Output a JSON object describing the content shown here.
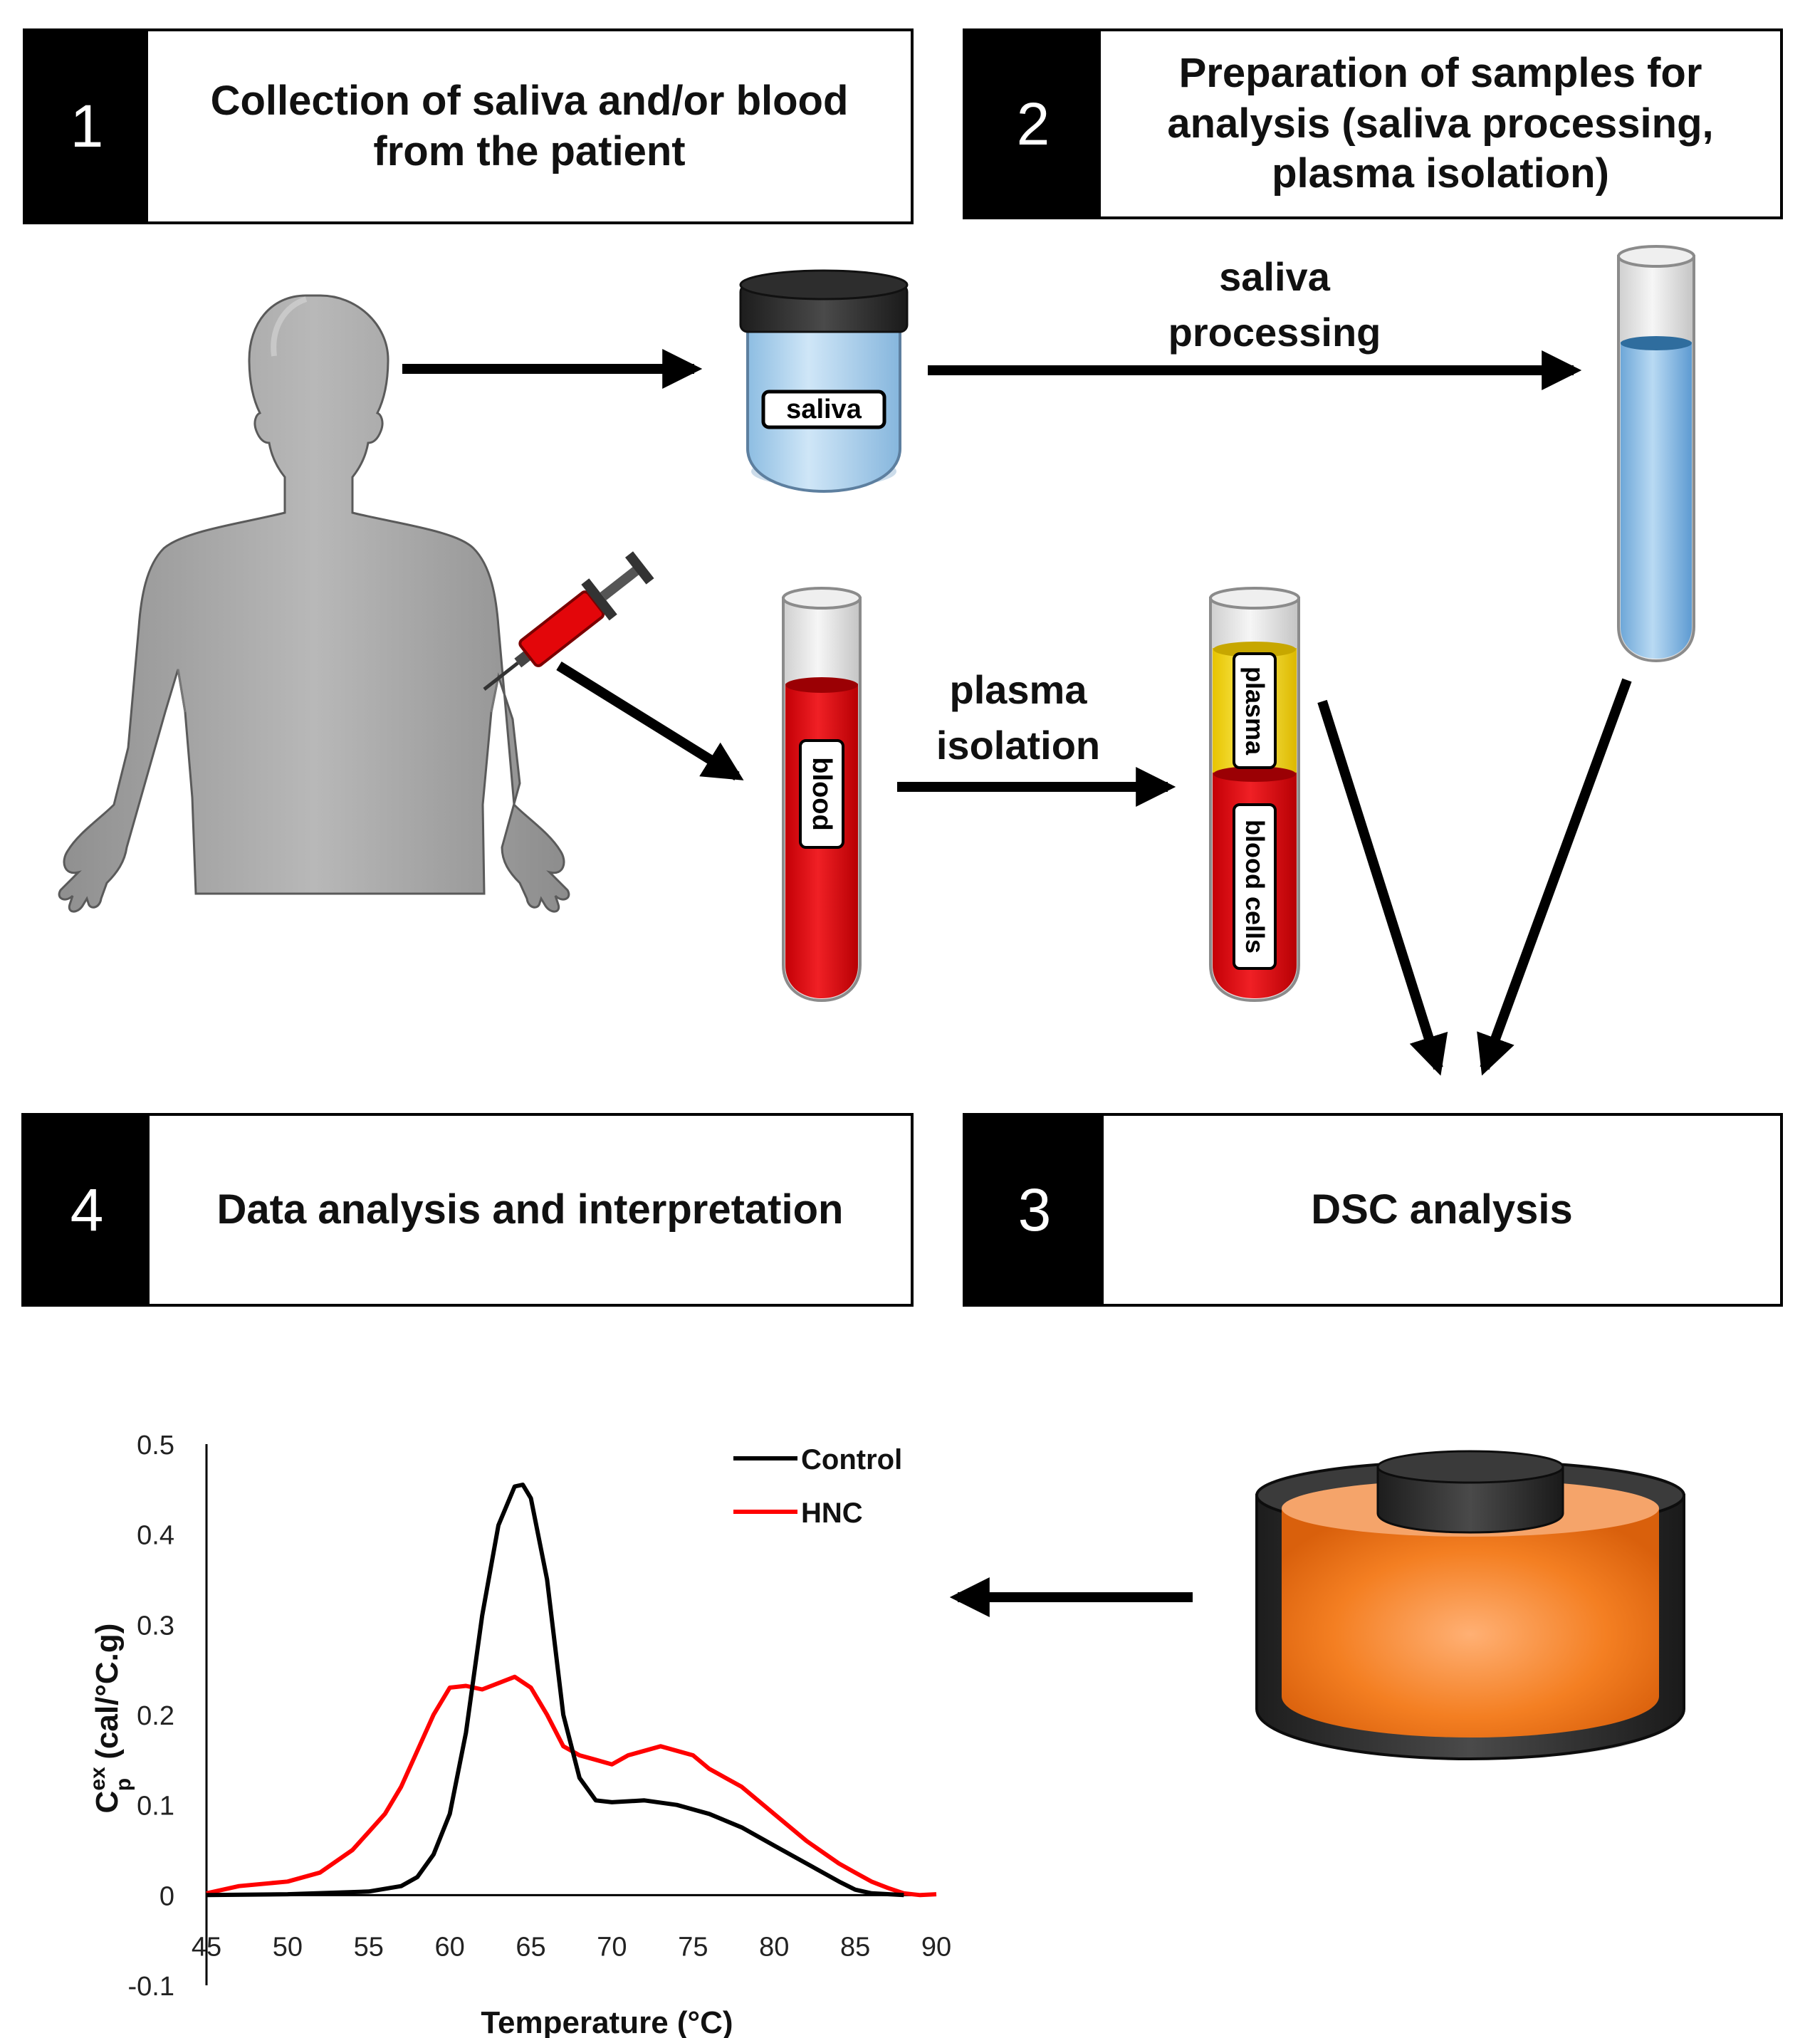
{
  "steps": [
    {
      "number": "1",
      "text": "Collection of saliva and/or blood from the patient"
    },
    {
      "number": "2",
      "text": "Preparation of samples for analysis (saliva processing, plasma isolation)"
    },
    {
      "number": "3",
      "text": "DSC analysis"
    },
    {
      "number": "4",
      "text": "Data analysis and interpretation"
    }
  ],
  "arrow_labels": {
    "saliva_processing": "saliva processing",
    "plasma_isolation": "plasma isolation"
  },
  "tube_labels": {
    "saliva": "saliva",
    "blood": "blood",
    "plasma": "plasma",
    "blood_cells": "blood cells"
  },
  "colors": {
    "blood": "#e3060a",
    "plasma": "#f5d80a",
    "saliva": "#9fcbea",
    "body": "#a9a9a9",
    "calorimeter": "#f07a1e",
    "hnc_line": "#ff0000",
    "control_line": "#000000"
  },
  "icons": [
    "human-silhouette-icon",
    "syringe-icon",
    "saliva-jar-icon",
    "test-tube-icon",
    "calorimeter-icon"
  ],
  "chart_data": {
    "type": "line",
    "xlabel": "Temperature (°C)",
    "ylabel_main": "C",
    "ylabel_sup": "ex",
    "ylabel_sub": "p",
    "ylabel_units": " (cal/°C.g)",
    "xlim": [
      45,
      90
    ],
    "ylim": [
      -0.1,
      0.5
    ],
    "xticks": [
      "45",
      "50",
      "55",
      "60",
      "65",
      "70",
      "75",
      "80",
      "85",
      "90"
    ],
    "yticks": [
      "-0.1",
      "0",
      "0.1",
      "0.2",
      "0.3",
      "0.4",
      "0.5"
    ],
    "grid": false,
    "legend_position": "top-right",
    "series": [
      {
        "name": "Control",
        "color": "#000000",
        "x": [
          45,
          50,
          55,
          57,
          58,
          59,
          60,
          61,
          62,
          63,
          64,
          64.5,
          65,
          66,
          67,
          68,
          69,
          70,
          72,
          74,
          76,
          78,
          80,
          82,
          84,
          85,
          86,
          88
        ],
        "y": [
          0,
          0.001,
          0.004,
          0.01,
          0.02,
          0.045,
          0.09,
          0.18,
          0.31,
          0.41,
          0.453,
          0.455,
          0.44,
          0.35,
          0.2,
          0.13,
          0.105,
          0.103,
          0.105,
          0.1,
          0.09,
          0.075,
          0.055,
          0.035,
          0.015,
          0.006,
          0.002,
          0
        ]
      },
      {
        "name": "HNC",
        "color": "#ff0000",
        "x": [
          45,
          47,
          50,
          52,
          54,
          55,
          56,
          57,
          58,
          59,
          60,
          61,
          62,
          63,
          64,
          65,
          66,
          67,
          68,
          69,
          70,
          71,
          72,
          73,
          74,
          75,
          76,
          78,
          80,
          82,
          84,
          85,
          86,
          87,
          88,
          89,
          90
        ],
        "y": [
          0.002,
          0.01,
          0.015,
          0.025,
          0.05,
          0.07,
          0.09,
          0.12,
          0.16,
          0.2,
          0.23,
          0.232,
          0.228,
          0.235,
          0.242,
          0.23,
          0.2,
          0.165,
          0.155,
          0.15,
          0.145,
          0.155,
          0.16,
          0.165,
          0.16,
          0.155,
          0.14,
          0.12,
          0.09,
          0.06,
          0.035,
          0.025,
          0.015,
          0.008,
          0.002,
          0,
          0.001
        ]
      }
    ]
  }
}
